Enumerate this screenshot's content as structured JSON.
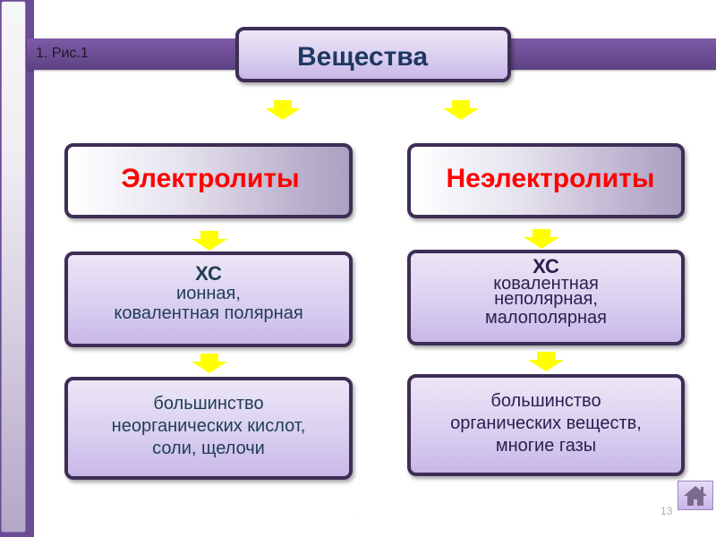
{
  "slide": {
    "caption": "1. Рис.1",
    "page_number": "13",
    "footer_mark": "·"
  },
  "diagram": {
    "root": {
      "label": "Вещества"
    },
    "branches": [
      {
        "heading": "Электролиты",
        "bond": {
          "title": "ХС",
          "lines": [
            "ионная,",
            "ковалентная полярная"
          ]
        },
        "examples": [
          "большинство",
          "неорганических кислот,",
          "соли, щелочи"
        ]
      },
      {
        "heading": "Неэлектролиты",
        "bond": {
          "title": "ХС",
          "lines": [
            "ковалентная",
            "неполярная,",
            "малополярная"
          ]
        },
        "examples": [
          "большинство",
          "органических веществ,",
          "многие газы"
        ]
      }
    ]
  },
  "colors": {
    "frame_purple": "#6a4b94",
    "heading_red": "#ff0000",
    "root_text": "#1f3864",
    "arrow_yellow": "#ffff00"
  },
  "nav": {
    "home_icon": "home-icon"
  }
}
